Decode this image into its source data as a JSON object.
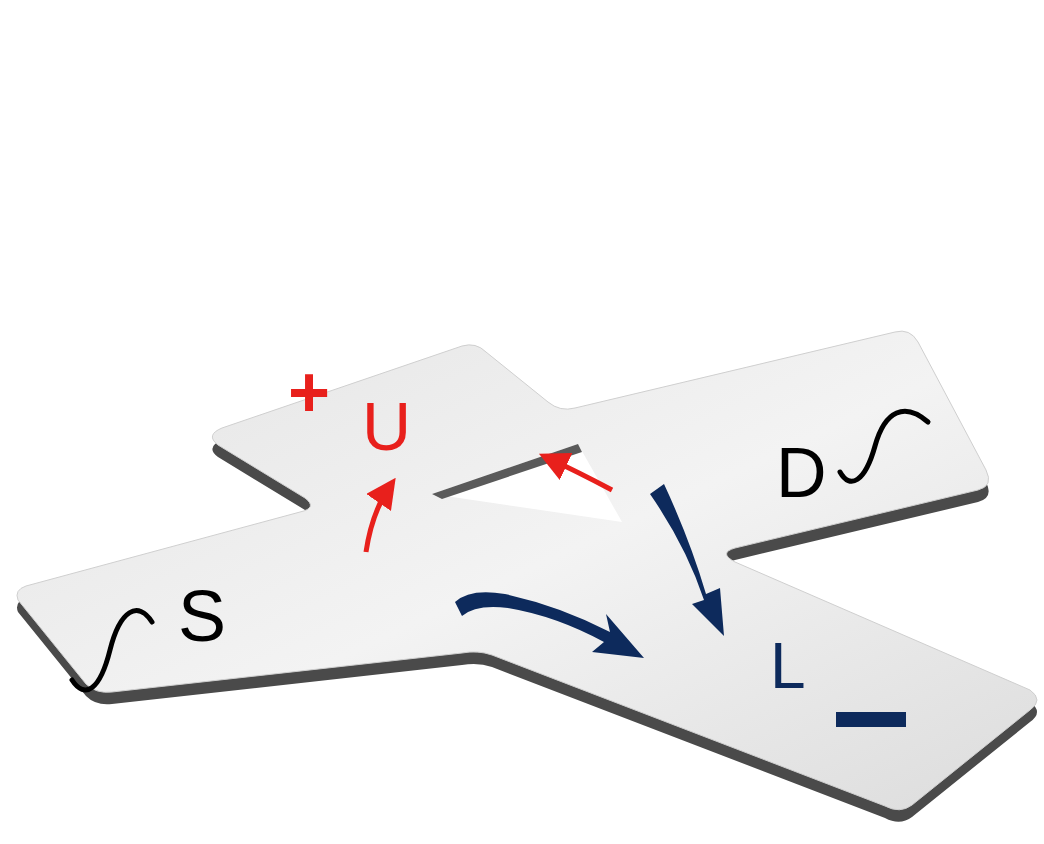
{
  "diagram": {
    "labels": [
      "S",
      "D",
      "U",
      "L",
      "+"
    ]
  }
}
